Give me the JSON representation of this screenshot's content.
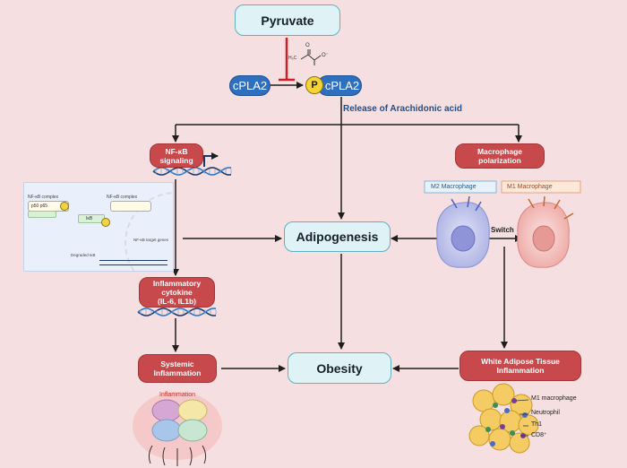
{
  "nodes": {
    "pyruvate": "Pyruvate",
    "cpla2_left": "cPLA2",
    "cpla2_right": "cPLA2",
    "phospho": "P",
    "adipogenesis": "Adipogenesis",
    "obesity": "Obesity",
    "nfkb": "NF-κB\nsignaling",
    "macrophage_polarization": "Macrophage\npolarization",
    "cytokine": "Inflammatory\ncytokine\n(IL-6, IL1b)",
    "systemic": "Systemic\nInflammation",
    "wat": "White Adipose Tissue\nInflammation"
  },
  "labels": {
    "release": "Release of Arachidonic acid",
    "m2": "M2 Macrophage",
    "m1": "M1 Macrophage",
    "switch": "Switch",
    "inflammation": "Inflammation",
    "molecule_ch3": "H₃C",
    "molecule_o": "O",
    "molecule_o_minus": "O⁻"
  },
  "legend": {
    "m1_macrophage": "M1 macrophage",
    "neutrophil": "Neutrophil",
    "th1": "Th1",
    "cd8": "CD8⁺"
  },
  "inset": {
    "complex_left": "NF-κB complex",
    "complex_right": "NF-κB complex",
    "ikb": "IκB",
    "degraded": "Degraded IκB",
    "target_genes": "NF-κB target genes",
    "p50_p65": "p50 p65"
  },
  "colors": {
    "background": "#f6dfe0",
    "teal_box": "#dff3f6",
    "red_box": "#c7494b",
    "blue_pill": "#2f6fc0",
    "release_text": "#1f4f8a",
    "inhibit": "#d11f26"
  }
}
